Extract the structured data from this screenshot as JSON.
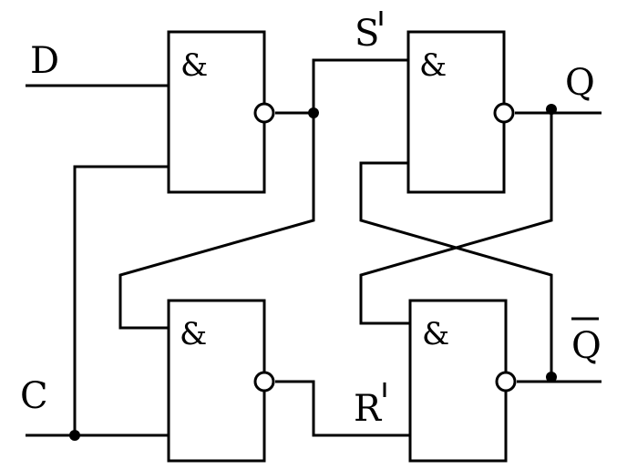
{
  "gate_symbol": "&",
  "signals": {
    "d": "D",
    "c": "C",
    "s_prime": "S",
    "r_prime": "R",
    "q": "Q",
    "q_bar": "Q"
  },
  "prime_mark": "'"
}
